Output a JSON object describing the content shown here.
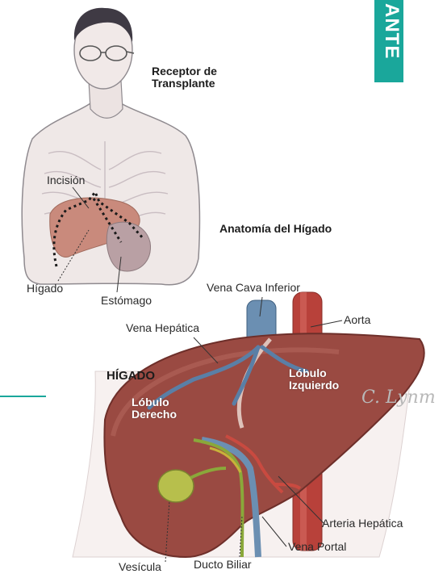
{
  "colors": {
    "accent": "#1aa79b",
    "liver": "#9a4a42",
    "skin": "#f2ecea",
    "vessel_blue": "#5a7fa6",
    "vessel_red": "#b8413a"
  },
  "tab": {
    "text": "ANTE"
  },
  "labels": {
    "receptor_line1": "Receptor de",
    "receptor_line2": "Transplante",
    "incision": "Incisión",
    "anatomia": "Anatomía del Hígado",
    "higado_small": "Hígado",
    "estomago": "Estómago",
    "vena_cava": "Vena Cava Inferior",
    "aorta": "Aorta",
    "vena_hepatica": "Vena Hepática",
    "higado_title": "HÍGADO",
    "lobulo_izq_line1": "Lóbulo",
    "lobulo_izq_line2": "Izquierdo",
    "lobulo_der_line1": "Lóbulo",
    "lobulo_der_line2": "Derecho",
    "arteria_hepatica": "Arteria Hepática",
    "vena_portal": "Vena Portal",
    "vesicula": "Vesícula",
    "ducto_biliar": "Ducto Biliar"
  },
  "signature": "C. Lynm"
}
